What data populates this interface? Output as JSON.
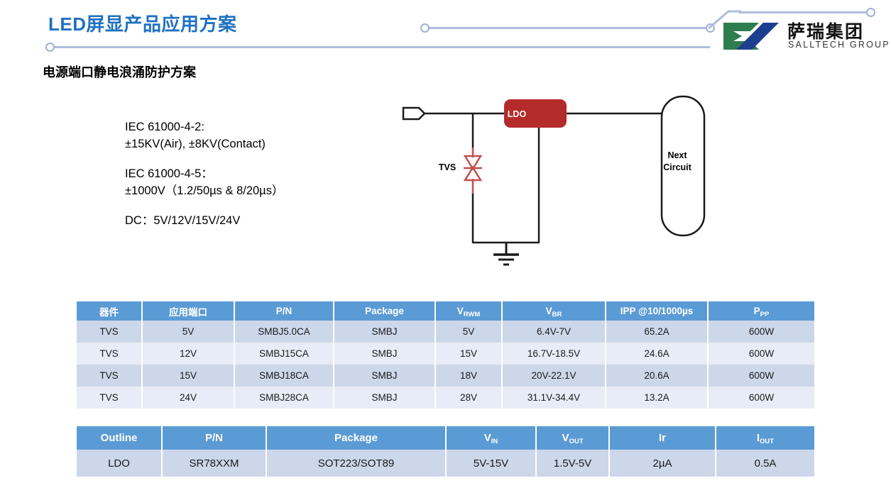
{
  "header": {
    "title": "LED屏显产品应用方案",
    "logo": {
      "cn": "萨瑞集团",
      "en": "SALLTECH GROUP",
      "mark_green": "#2e7d4f",
      "mark_blue": "#1d3f8f"
    },
    "accent_color": "#1f71c1",
    "deco_line_color": "#aebddc"
  },
  "subtitle": "电源端口静电浪涌防护方案",
  "specs": [
    {
      "lines": [
        "IEC 61000-4-2:",
        "±15KV(Air), ±8KV(Contact)"
      ]
    },
    {
      "lines": [
        "IEC 61000-4-5：",
        "±1000V（1.2/50µs & 8/20µs）"
      ]
    },
    {
      "lines": [
        "DC：5V/12V/15V/24V"
      ]
    }
  ],
  "circuit": {
    "ldo_label": "LDO",
    "tvs_label": "TVS",
    "next_circuit_label": "Next\nCircuit",
    "next_circuit_line1": "Next",
    "next_circuit_line2": "Circuit",
    "ldo_color": "#b52b2b",
    "tvs_color": "#c0504d",
    "wire_color": "#1a1a1a"
  },
  "table_tvs": {
    "headers": [
      {
        "text": "器件",
        "sub": ""
      },
      {
        "text": "应用端口",
        "sub": ""
      },
      {
        "text": "P/N",
        "sub": ""
      },
      {
        "text": "Package",
        "sub": ""
      },
      {
        "text": "V",
        "sub": "RWM"
      },
      {
        "text": "V",
        "sub": "BR"
      },
      {
        "text": "IPP @10/1000µs",
        "sub": ""
      },
      {
        "text": "P",
        "sub": "PP"
      }
    ],
    "rows": [
      [
        "TVS",
        "5V",
        "SMBJ5.0CA",
        "SMBJ",
        "5V",
        "6.4V-7V",
        "65.2A",
        "600W"
      ],
      [
        "TVS",
        "12V",
        "SMBJ15CA",
        "SMBJ",
        "15V",
        "16.7V-18.5V",
        "24.6A",
        "600W"
      ],
      [
        "TVS",
        "15V",
        "SMBJ18CA",
        "SMBJ",
        "18V",
        "20V-22.1V",
        "20.6A",
        "600W"
      ],
      [
        "TVS",
        "24V",
        "SMBJ28CA",
        "SMBJ",
        "28V",
        "31.1V-34.4V",
        "13.2A",
        "600W"
      ]
    ]
  },
  "table_ldo": {
    "headers": [
      {
        "text": "Outline",
        "sub": ""
      },
      {
        "text": "P/N",
        "sub": ""
      },
      {
        "text": "Package",
        "sub": ""
      },
      {
        "text": "V",
        "sub": "IN"
      },
      {
        "text": "V",
        "sub": "OUT"
      },
      {
        "text": "Ir",
        "sub": ""
      },
      {
        "text": "I",
        "sub": "OUT"
      }
    ],
    "rows": [
      [
        "LDO",
        "SR78XXM",
        "SOT223/SOT89",
        "5V-15V",
        "1.5V-5V",
        "2µA",
        "0.5A"
      ]
    ]
  },
  "colors": {
    "header_blue": "#5b9bd5",
    "row_odd": "#ccd7ea",
    "row_even": "#e7ecf6"
  }
}
